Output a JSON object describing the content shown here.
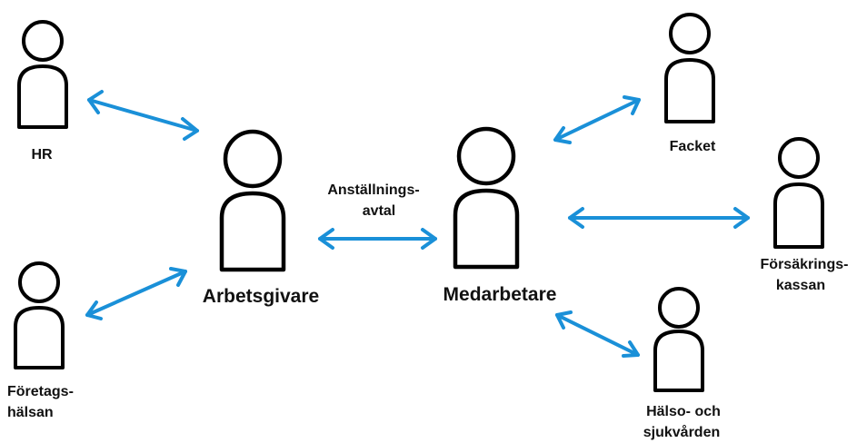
{
  "colors": {
    "arrow": "#1a90d8",
    "figure_stroke": "#000000",
    "text": "#111111"
  },
  "actors": {
    "hr": {
      "label": "HR"
    },
    "foretagshalsan": {
      "label_line1": "Företags-",
      "label_line2": "hälsan"
    },
    "arbetsgivare": {
      "label": "Arbetsgivare"
    },
    "medarbetare": {
      "label": "Medarbetare"
    },
    "facket": {
      "label": "Facket"
    },
    "forsakringskassan": {
      "label_line1": "Försäkrings-",
      "label_line2": "kassan"
    },
    "halso_sjukvarden": {
      "label_line1": "Hälso- och",
      "label_line2": "sjukvården"
    }
  },
  "relations": {
    "anstallningsavtal": {
      "label_line1": "Anställnings-",
      "label_line2": "avtal"
    }
  },
  "icons": {
    "person": "person-icon",
    "arrow": "double-headed-arrow"
  }
}
